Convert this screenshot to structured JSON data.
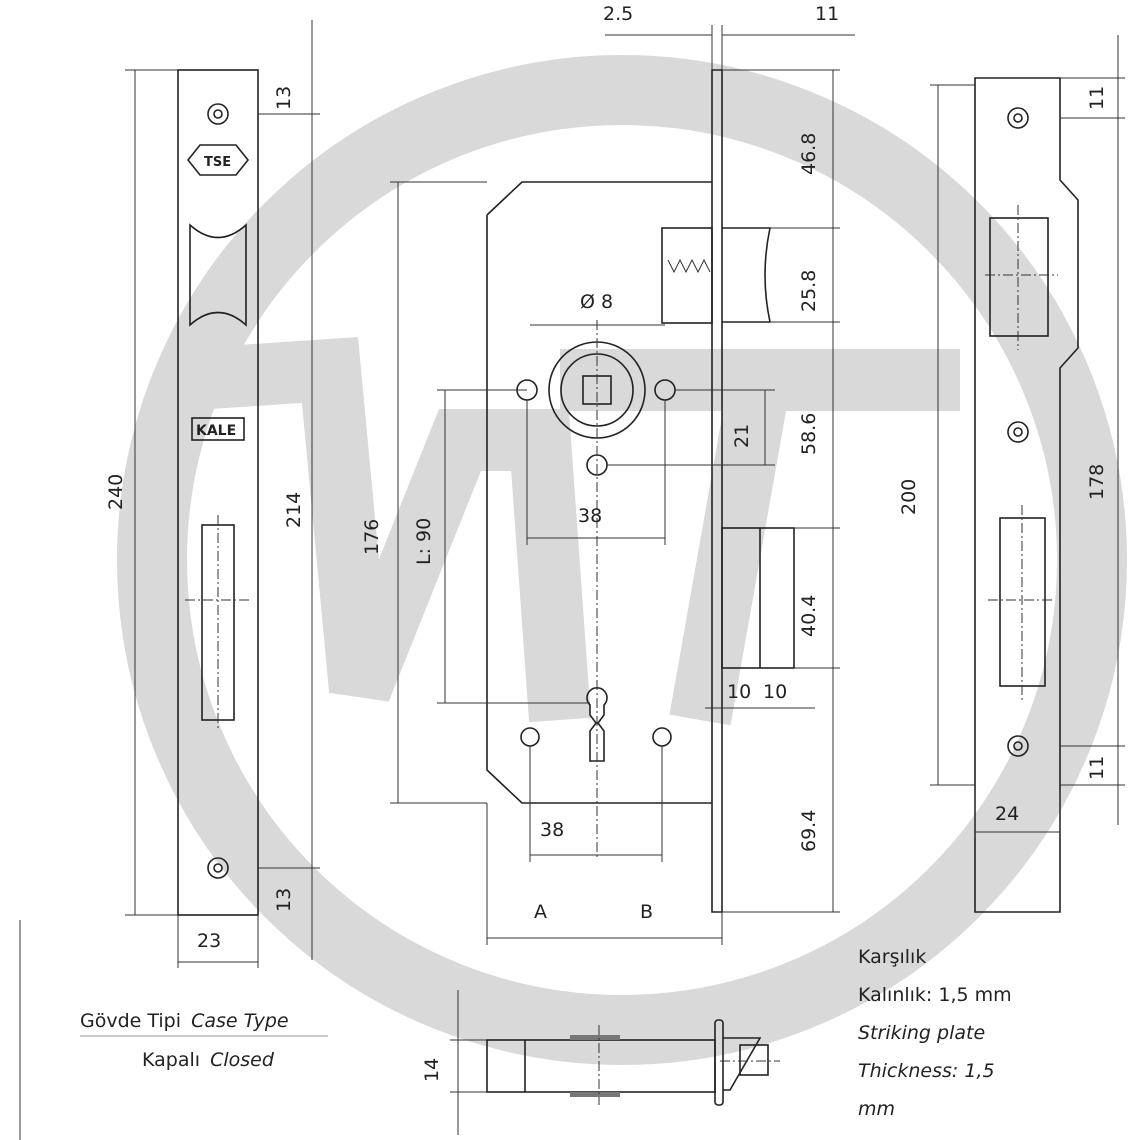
{
  "colors": {
    "line": "#222222",
    "watermark": "#d9d9d9",
    "background": "#ffffff"
  },
  "logos": {
    "tse": "TSE",
    "kale": "KALE",
    "watermark": "WT"
  },
  "dims": {
    "top_2_5": "2.5",
    "top_11": "11",
    "left_240": "240",
    "left_214": "214",
    "left_13_top": "13",
    "left_13_bottom": "13",
    "left_23": "23",
    "body_176": "176",
    "body_L90": "L: 90",
    "dia_8": "Ø 8",
    "d_38_top": "38",
    "d_38_bottom": "38",
    "d_21": "21",
    "r_46_8": "46.8",
    "r_25_8": "25.8",
    "r_58_6": "58.6",
    "r_40_4": "40.4",
    "r_69_4": "69.4",
    "d_10a": "10",
    "d_10b": "10",
    "A": "A",
    "B": "B",
    "sp_200": "200",
    "sp_178": "178",
    "sp_11_top": "11",
    "sp_11_bottom": "11",
    "sp_24": "24",
    "bottom_14": "14"
  },
  "case_type": {
    "label_tr": "Gövde Tipi",
    "label_en": "Case Type",
    "value_tr": "Kapalı",
    "value_en": "Closed"
  },
  "striking_plate": {
    "line1": "Karşılık",
    "line2": "Kalınlık: 1,5 mm",
    "line3": "Striking plate",
    "line4": "Thickness: 1,5",
    "line5": "mm"
  }
}
